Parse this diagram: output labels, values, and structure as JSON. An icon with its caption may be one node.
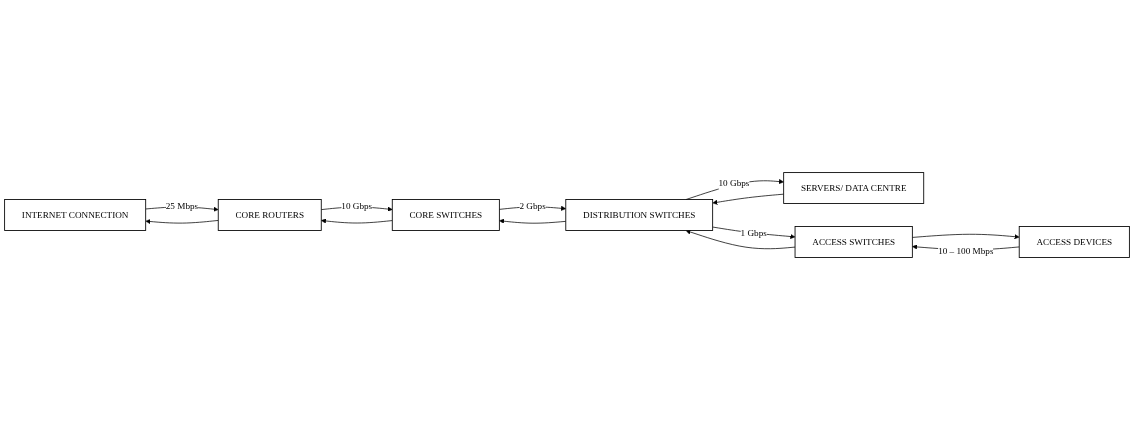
{
  "diagram": {
    "nodes": [
      {
        "text": [
          "INTERNET CONNECTION"
        ]
      },
      {
        "text": [
          "SERVERS/ DATA CENTRE"
        ]
      },
      {
        "text": [
          "CORE ROUTERS"
        ]
      },
      {
        "text": [
          "CORE SWITCHES"
        ]
      },
      {
        "text": [
          "DISTRIBUTION SWITCHES"
        ]
      },
      {
        "text": [
          "ACCESS SWITCHES"
        ]
      },
      {
        "text": [
          "ACCESS DEVICES"
        ]
      }
    ],
    "edges": [
      {
        "from": 2,
        "to": 0,
        "arrow": "to"
      },
      {
        "from": 0,
        "to": 2,
        "arrow": "to",
        "label": "25 Mbps"
      },
      {
        "from": 1,
        "to": 4,
        "arrow": "to"
      },
      {
        "from": 4,
        "to": 1,
        "arrow": "to",
        "label": "10 Gbps"
      },
      {
        "from": 3,
        "to": 2,
        "arrow": "to"
      },
      {
        "from": 2,
        "to": 3,
        "arrow": "to",
        "label": "10 Gbps"
      },
      {
        "from": 4,
        "to": 3,
        "arrow": "to"
      },
      {
        "from": 3,
        "to": 4,
        "arrow": "to",
        "label": "2 Gbps"
      },
      {
        "from": 5,
        "to": 4,
        "arrow": "to"
      },
      {
        "from": 4,
        "to": 5,
        "arrow": "to",
        "label": "1 Gbps"
      },
      {
        "from": 5,
        "to": 6,
        "arrow": "to"
      },
      {
        "from": 6,
        "to": 5,
        "arrow": "to",
        "label": "10 – 100 Mbps"
      }
    ]
  }
}
